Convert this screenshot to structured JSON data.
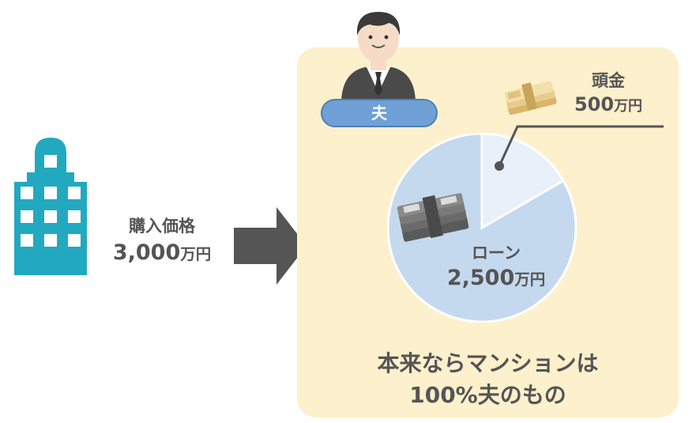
{
  "purchase": {
    "label": "購入価格",
    "value": "3,000",
    "unit": "万円"
  },
  "owner_badge": "夫",
  "down_payment": {
    "label": "頭金",
    "value": "500",
    "unit": "万円"
  },
  "loan": {
    "label": "ローン",
    "value": "2,500",
    "unit": "万円"
  },
  "conclusion": {
    "line1": "本来ならマンションは",
    "line2": "100%夫のもの"
  },
  "chart_data": {
    "type": "pie",
    "slices": [
      {
        "label": "頭金",
        "value": 500
      },
      {
        "label": "ローン",
        "value": 2500
      }
    ],
    "total": 3000
  },
  "colors": {
    "building": "#22a9bf",
    "arrow": "#555555",
    "panel": "#fdf0cc",
    "badge": "#6fa0d6",
    "pie_loan": "#c5d9ee",
    "pie_down": "#e8f0f9",
    "text": "#555555"
  },
  "icons": [
    "building-icon",
    "arrow-right-icon",
    "businessman-icon",
    "money-stack-icon"
  ]
}
